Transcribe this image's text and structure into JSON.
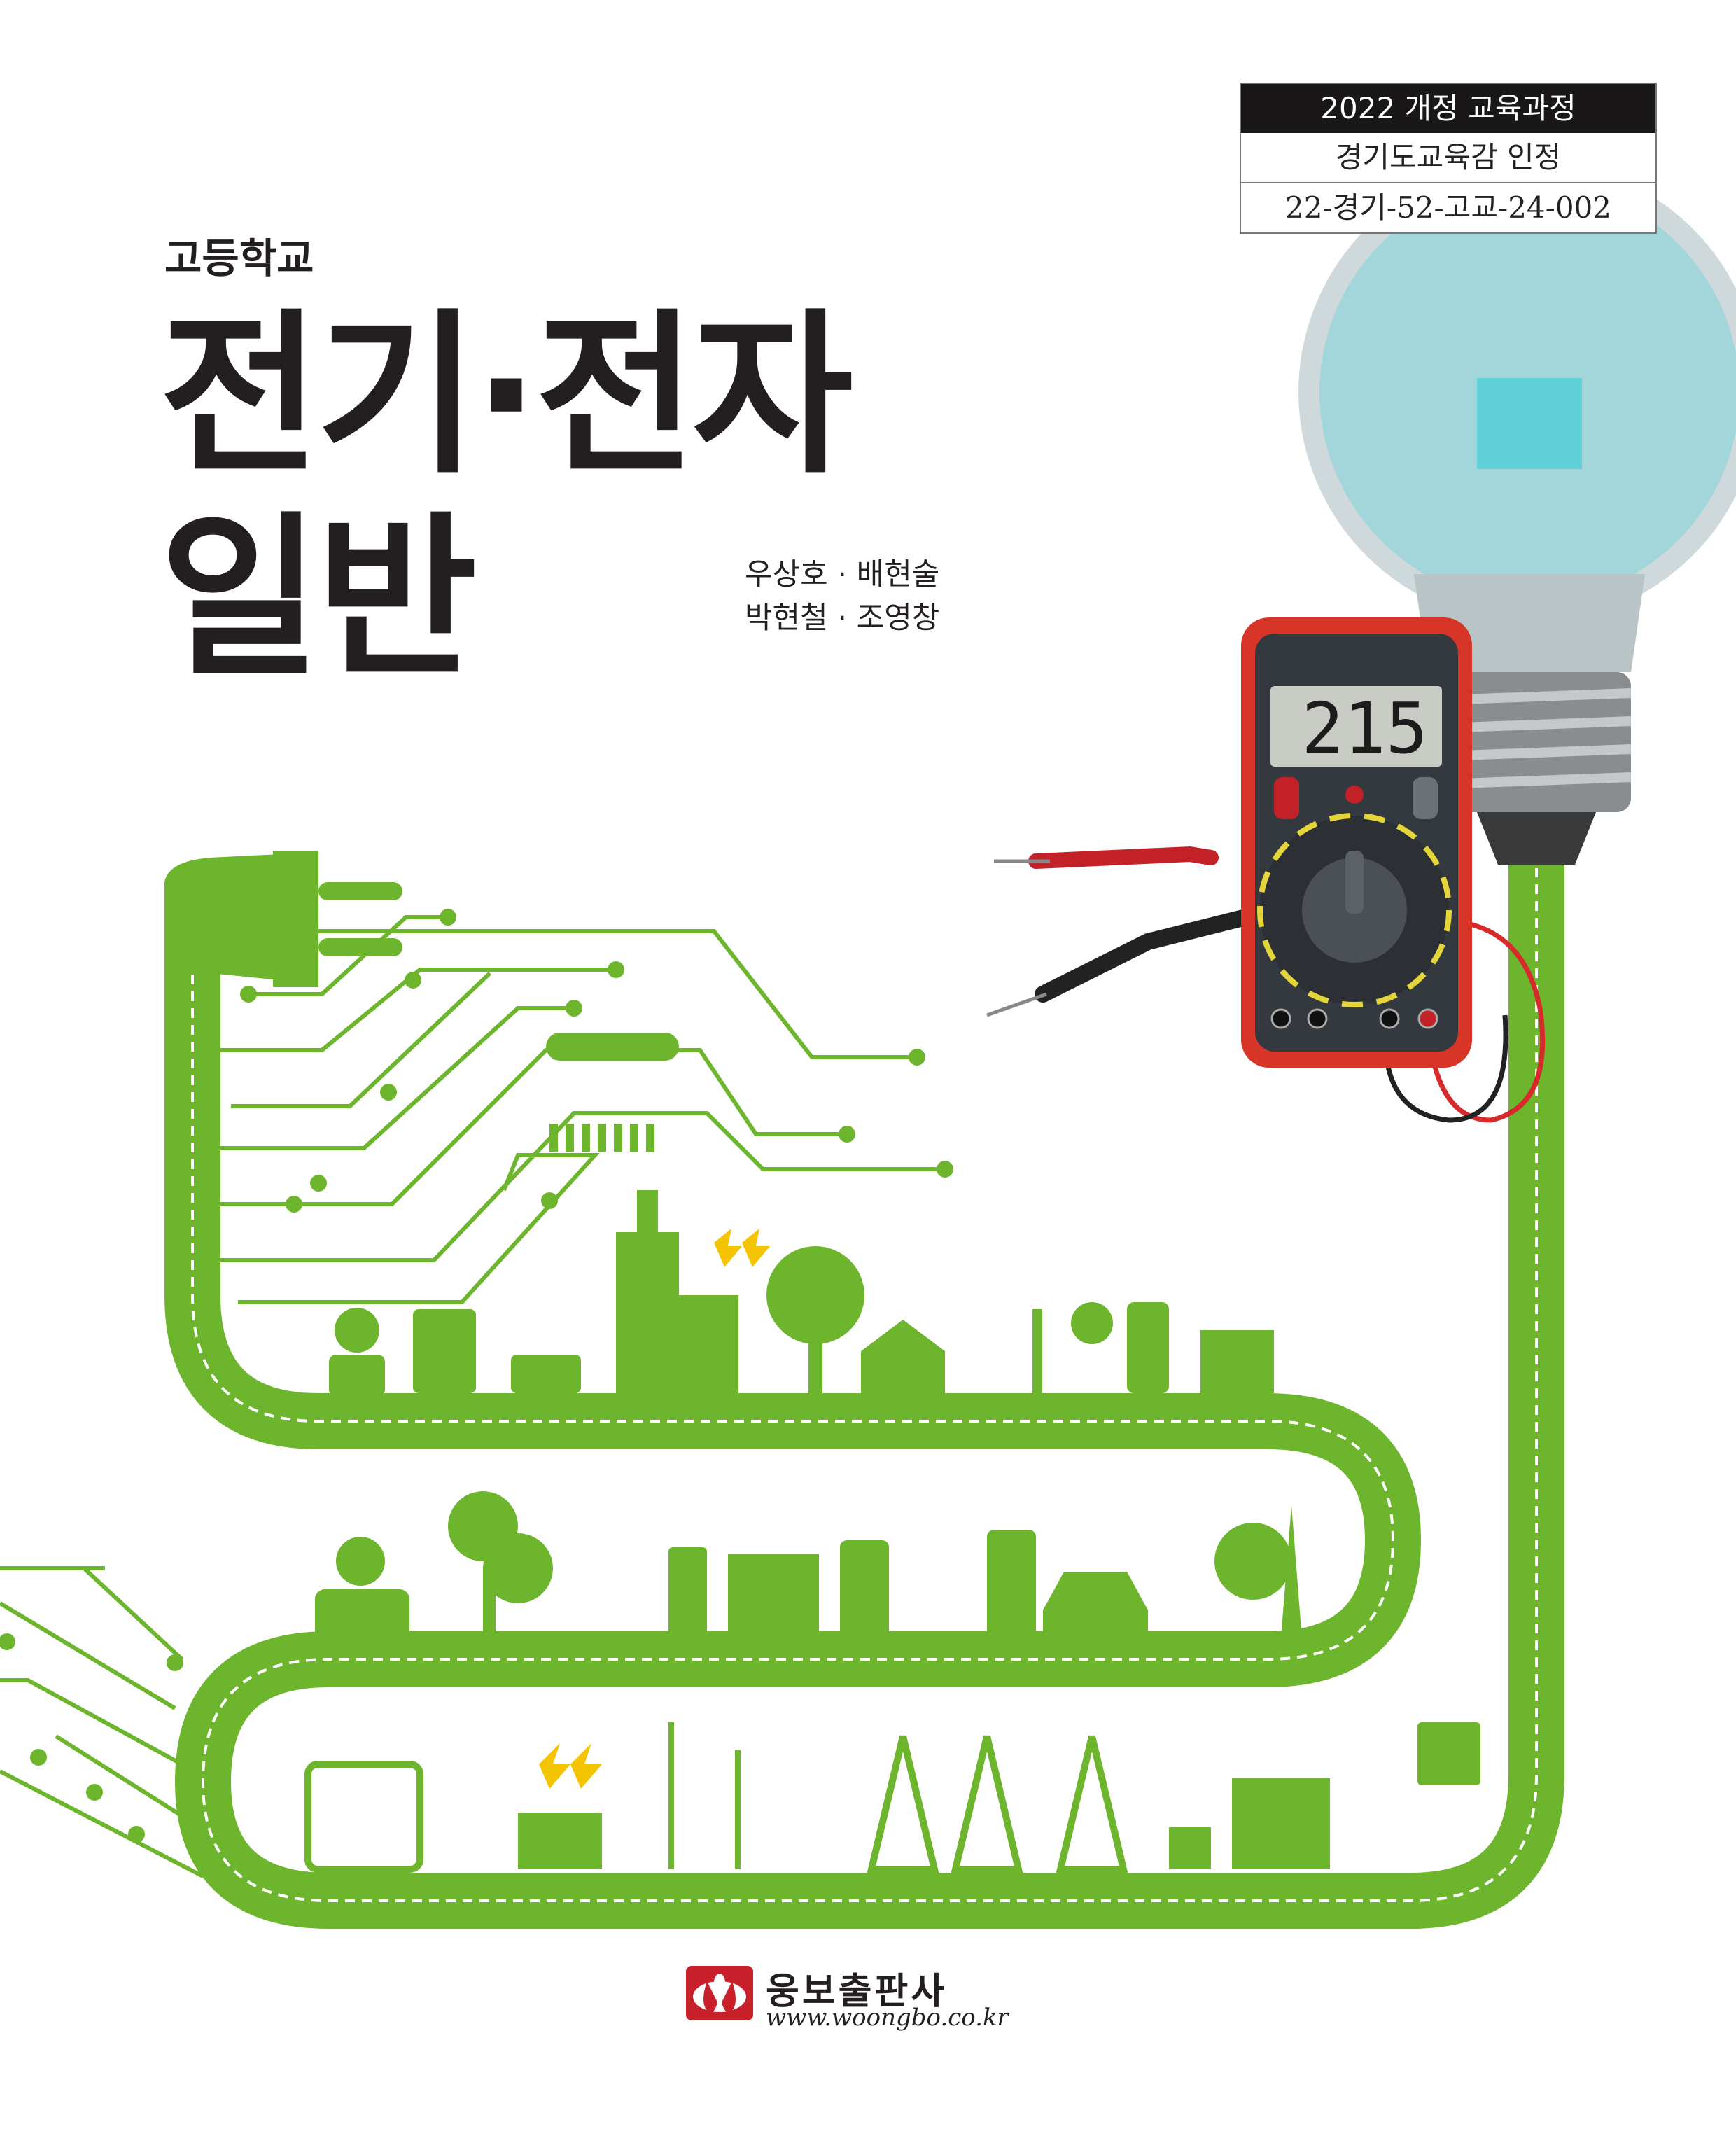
{
  "approval": {
    "curriculum": "2022 개정 교육과정",
    "approved_by": "경기도교육감 인정",
    "code": "22-경기-52-고교-24-002"
  },
  "school_level": "고등학교",
  "title": {
    "line1": "전기·전자",
    "line2": "일반"
  },
  "authors": {
    "line1": "우상호 · 배현술",
    "line2": "박현철 · 조영창"
  },
  "multimeter": {
    "display": "215"
  },
  "publisher": {
    "name": "웅보출판사",
    "url": "www.woongbo.co.kr"
  },
  "colors": {
    "green": "#6cb52d",
    "dark": "#231f20",
    "magenta": "#e5007e",
    "red": "#c8202a",
    "cyan": "#5fd0d8"
  }
}
